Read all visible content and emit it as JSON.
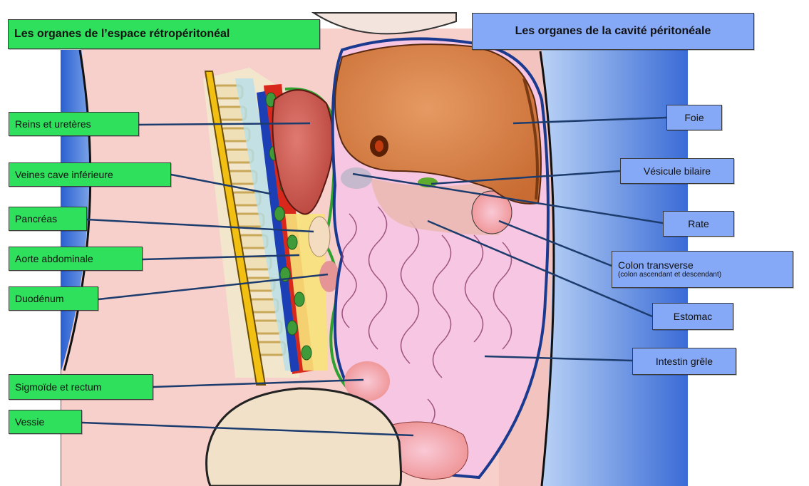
{
  "headers": {
    "retro": "Les organes de l’espace rétropéritonéal",
    "peri": "Les organes de la cavité péritonéale"
  },
  "left_labels": [
    "Reins et uretères",
    "Veines cave inférieure",
    "Pancréas",
    "Aorte abdominale",
    "Duodénum",
    "Sigmoïde et rectum",
    "Vessie"
  ],
  "right_labels": {
    "foie": "Foie",
    "vesicule": "Vésicule bilaire",
    "rate": "Rate",
    "colon_title": "Colon transverse",
    "colon_sub": "(colon ascendant et descendant)",
    "estomac": "Estomac",
    "intestin": "Intestin grêle"
  },
  "colors": {
    "retro_label": "#2ee05c",
    "peri_label": "#86a9f7",
    "peritoneum_outline": "#1a3a8f",
    "retro_outline": "#2fa12f"
  }
}
